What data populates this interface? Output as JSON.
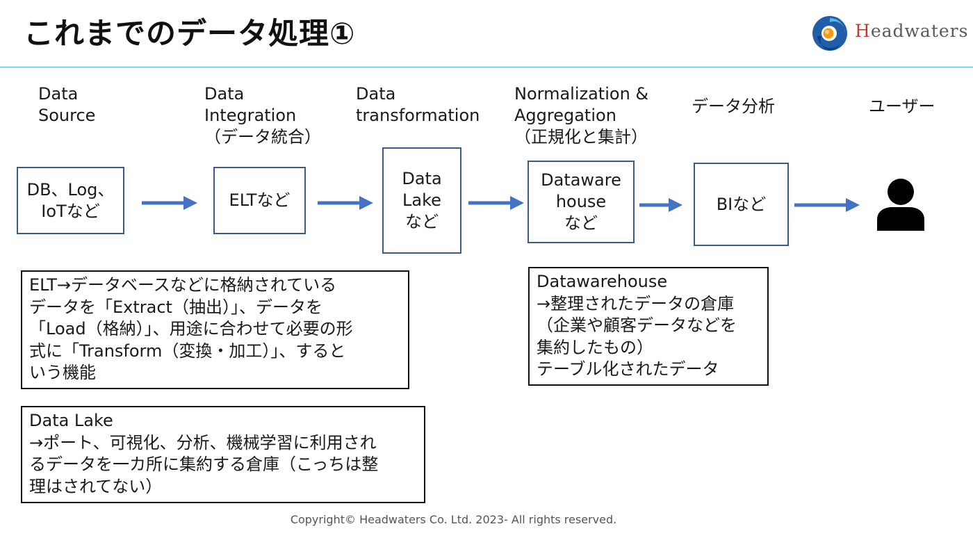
{
  "slide": {
    "title": "これまでのデータ処理①",
    "logo_text_initial": "H",
    "logo_text_rest": "eadwaters",
    "footer": "Copyright© Headwaters Co. Ltd. 2023- All rights reserved."
  },
  "stages": [
    {
      "header": "Data\nSource",
      "box": "DB、Log、\nIoTなど"
    },
    {
      "header": "Data\nIntegration\n（データ統合）",
      "box": "ELTなど"
    },
    {
      "header": "Data\ntransformation",
      "box": "Data\nLake\nなど"
    },
    {
      "header": "Normalization &\nAggregation\n（正規化と集計）",
      "box": "Dataware\nhouse\nなど"
    },
    {
      "header": "データ分析",
      "box": "BIなど"
    },
    {
      "header": "ユーザー"
    }
  ],
  "notes": {
    "elt": "ELT→データベースなどに格納されている\nデータを「Extract（抽出）」、データを\n「Load（格納）」、用途に合わせて必要の形\n式に「Transform（変換・加工）」、すると\nいう機能",
    "datalake": "Data Lake\n→ポート、可視化、分析、機械学習に利用され\nるデータを一カ所に集約する倉庫（こっちは整\n理はされてない）",
    "dwh": "Datawarehouse\n→整理されたデータの倉庫\n（企業や顧客データなどを\n集約したもの）\nテーブル化されたデータ"
  },
  "colors": {
    "arrow": "#4472c4",
    "box_border": "#3a5a8c",
    "rule": "#4fb3e0",
    "logo_accent": "#c0392b"
  },
  "icons": [
    "headwaters-logo-icon",
    "arrow-right-icon",
    "user-icon"
  ]
}
